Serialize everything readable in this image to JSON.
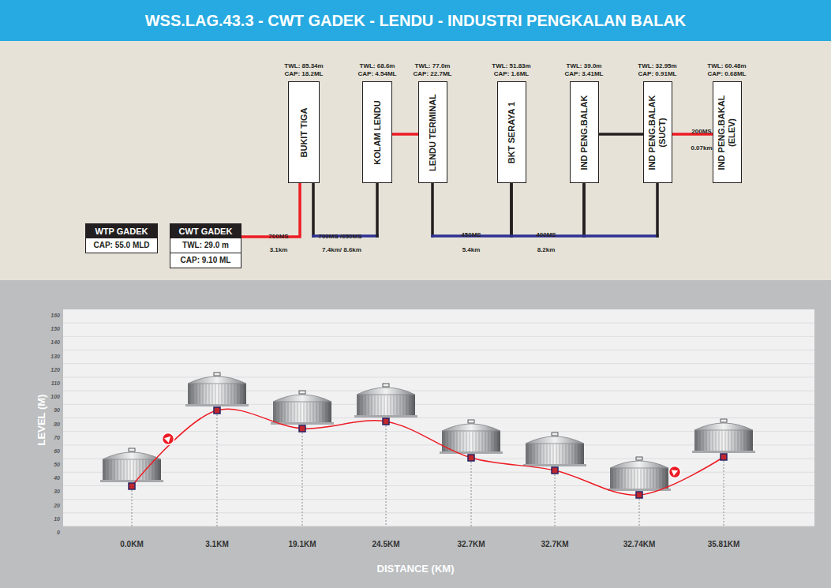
{
  "diagram": {
    "title": "WSS.LAG.43.3 - CWT GADEK - LENDU - INDUSTRI PENGKALAN BALAK",
    "nodes": [
      {
        "text": [
          "WTP GADEK",
          "CAP: 55.0 MLD"
        ]
      },
      {
        "text": [
          "CWT GADEK",
          "TWL: 29.0 m",
          "CAP: 9.10 ML"
        ]
      },
      {
        "text": [
          "TWL: 85.34m CAP: 18.2ML",
          "BUKIT TIGA"
        ]
      },
      {
        "text": [
          "TWL: 68.6m CAP: 4.54ML",
          "KOLAM LENDU"
        ]
      },
      {
        "text": [
          "TWL: 77.0m CAP: 22.7ML",
          "LENDU TERMINAL"
        ]
      },
      {
        "text": [
          "TWL: 51.83m CAP: 1.6ML",
          "BKT SERAYA 1"
        ]
      },
      {
        "text": [
          "TWL: 39.0m CAP: 3.41ML",
          "IND PENG.BALAK"
        ]
      },
      {
        "text": [
          "TWL: 32.95m CAP: 0.91ML",
          "IND PENG.BALAK (SUCT)"
        ]
      },
      {
        "text": [
          "TWL: 60.48m CAP: 0.68ML",
          "IND PENG.BAKAL (ELEV)"
        ]
      }
    ],
    "edges": [
      {
        "from": 1,
        "to": 2,
        "arrow": "to",
        "label": "700MS"
      },
      {
        "from": 2,
        "to": 3,
        "arrow": "none",
        "label": "700MS /650MS"
      },
      {
        "from": 3,
        "to": 4,
        "arrow": "to"
      },
      {
        "from": 4,
        "to": 5,
        "arrow": "none",
        "label": "450MS"
      },
      {
        "from": 5,
        "to": 6,
        "arrow": "none",
        "label": "400MS"
      },
      {
        "from": 6,
        "to": 7,
        "arrow": "none"
      },
      {
        "from": 6,
        "to": 7,
        "arrow": "none"
      },
      {
        "from": 7,
        "to": 8,
        "arrow": "to",
        "label": "200MS"
      }
    ],
    "labels": [
      "3.1km",
      "7.4km/ 8.6km",
      "5.4km",
      "8.2km",
      "0.07km",
      "160",
      "150",
      "140",
      "130",
      "120",
      "110",
      "100",
      "90",
      "80",
      "70",
      "60",
      "50",
      "40",
      "30",
      "20",
      "10",
      "0",
      "0.0KM",
      "3.1KM",
      "19.1KM",
      "24.5KM",
      "32.7KM",
      "32.7KM",
      "32.74KM",
      "35.81KM",
      "LEVEL (M)",
      "DISTANCE (KM)"
    ]
  }
}
